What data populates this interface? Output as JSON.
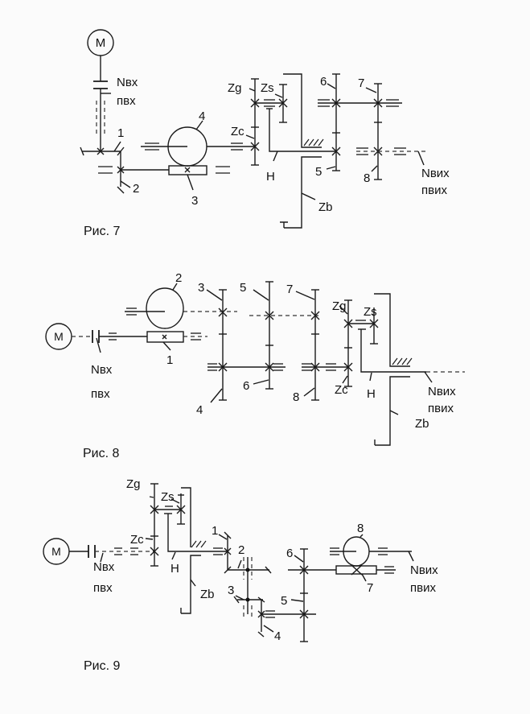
{
  "figures": [
    {
      "caption": "Рис. 7",
      "motor": "M",
      "input": {
        "power": "Nвх",
        "speed": "пвх"
      },
      "output": {
        "power": "Nвих",
        "speed": "пвих"
      },
      "labels": {
        "g1": "1",
        "g2": "2",
        "g3": "3",
        "g4": "4",
        "g5": "5",
        "g6": "6",
        "g7": "7",
        "g8": "8",
        "zg": "Zg",
        "zs": "Zs",
        "zc": "Zc",
        "zb": "Zb",
        "h": "H"
      }
    },
    {
      "caption": "Рис. 8",
      "motor": "M",
      "input": {
        "power": "Nвх",
        "speed": "пвх"
      },
      "output": {
        "power": "Nвих",
        "speed": "пвих"
      },
      "labels": {
        "g1": "1",
        "g2": "2",
        "g3": "3",
        "g4": "4",
        "g5": "5",
        "g6": "6",
        "g7": "7",
        "g8": "8",
        "zg": "Zg",
        "zs": "Zs",
        "zc": "Zc",
        "zb": "Zb",
        "h": "H"
      }
    },
    {
      "caption": "Рис. 9",
      "motor": "M",
      "input": {
        "power": "Nвх",
        "speed": "пвх"
      },
      "output": {
        "power": "Nвих",
        "speed": "пвих"
      },
      "labels": {
        "g1": "1",
        "g2": "2",
        "g3": "3",
        "g4": "4",
        "g5": "5",
        "g6": "6",
        "g7": "7",
        "g8": "8",
        "zg": "Zg",
        "zs": "Zs",
        "zc": "Zc",
        "zb": "Zb",
        "h": "H"
      }
    }
  ]
}
